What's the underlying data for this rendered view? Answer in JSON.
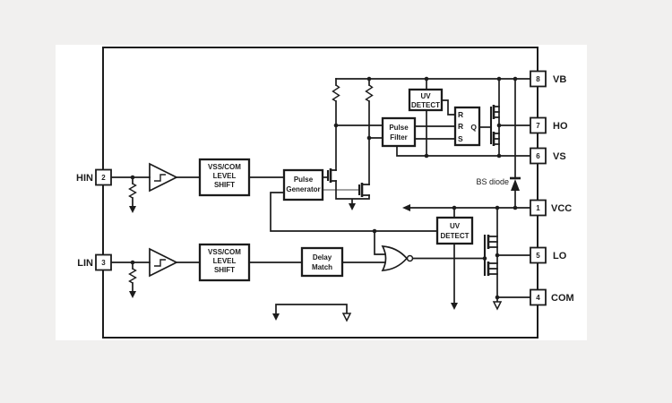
{
  "pins": {
    "hin": {
      "number": "2",
      "label": "HIN"
    },
    "lin": {
      "number": "3",
      "label": "LIN"
    },
    "vb": {
      "number": "8",
      "label": "VB"
    },
    "ho": {
      "number": "7",
      "label": "HO"
    },
    "vs": {
      "number": "6",
      "label": "VS"
    },
    "vcc": {
      "number": "1",
      "label": "VCC"
    },
    "lo": {
      "number": "5",
      "label": "LO"
    },
    "com": {
      "number": "4",
      "label": "COM"
    }
  },
  "blocks": {
    "level_shift_high": {
      "line1": "VSS/COM",
      "line2": "LEVEL",
      "line3": "SHIFT"
    },
    "level_shift_low": {
      "line1": "VSS/COM",
      "line2": "LEVEL",
      "line3": "SHIFT"
    },
    "pulse_generator": {
      "line1": "Pulse",
      "line2": "Generator"
    },
    "pulse_filter": {
      "line1": "Pulse",
      "line2": "Filter"
    },
    "uv_detect_high": {
      "line1": "UV",
      "line2": "DETECT"
    },
    "uv_detect_low": {
      "line1": "UV",
      "line2": "DETECT"
    },
    "delay_match": {
      "line1": "Delay",
      "line2": "Match"
    },
    "sr_latch": {
      "in1": "R",
      "in2": "R",
      "in3": "S",
      "out": "Q"
    }
  },
  "annotations": {
    "bs_diode": "BS diode"
  },
  "colors": {
    "wire": "#1c1c1c",
    "canvas": "#ffffff",
    "box_fill": "#ffffff",
    "background": "#f1f0ef"
  }
}
